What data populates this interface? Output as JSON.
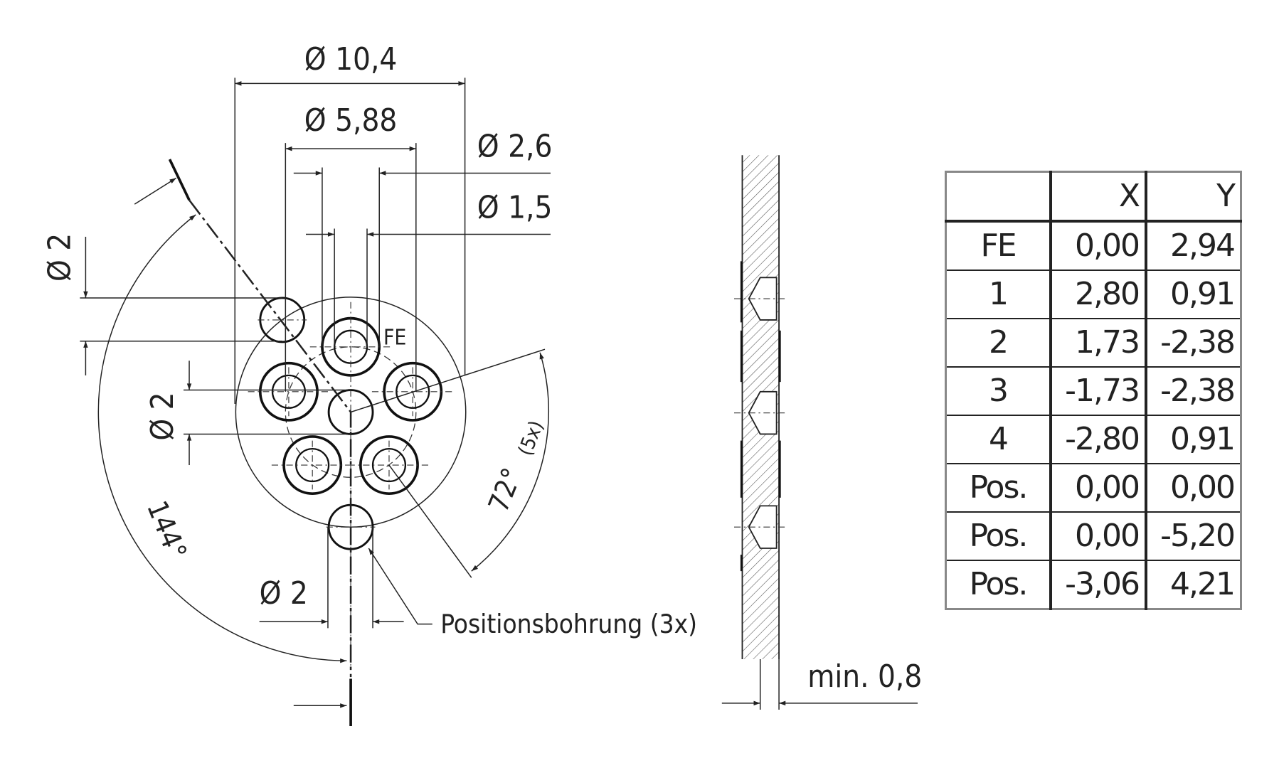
{
  "dimensions": {
    "outer_diameter": "Ø 10,4",
    "pitch_diameter": "Ø 5,88",
    "contact_outer_diameter": "Ø 2,6",
    "contact_inner_diameter": "Ø 1,5",
    "pos_hole_left": "Ø 2",
    "pos_hole_center": "Ø 2",
    "pos_hole_bottom": "Ø 2",
    "angle_large": "144°",
    "angle_small": "72°",
    "angle_small_note": "(5x)",
    "fe_label": "FE",
    "positioning_note": "Positionsbohrung (3x)",
    "min_thickness": "min. 0,8"
  },
  "table": {
    "headers": [
      "",
      "X",
      "Y"
    ],
    "rows": [
      [
        "FE",
        "0,00",
        "2,94"
      ],
      [
        "1",
        "2,80",
        "0,91"
      ],
      [
        "2",
        "1,73",
        "-2,38"
      ],
      [
        "3",
        "-1,73",
        "-2,38"
      ],
      [
        "4",
        "-2,80",
        "0,91"
      ],
      [
        "Pos.",
        "0,00",
        "0,00"
      ],
      [
        "Pos.",
        "0,00",
        "-5,20"
      ],
      [
        "Pos.",
        "-3,06",
        "4,21"
      ]
    ]
  }
}
